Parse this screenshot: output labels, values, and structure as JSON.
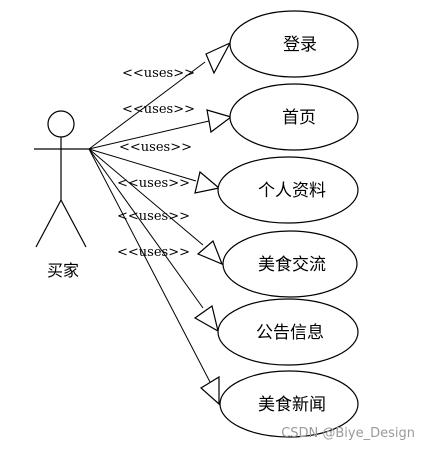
{
  "actor": {
    "label": "买家"
  },
  "use_cases": [
    {
      "label": "登录"
    },
    {
      "label": "首页"
    },
    {
      "label": "个人资料"
    },
    {
      "label": "美食交流"
    },
    {
      "label": "公告信息"
    },
    {
      "label": "美食新闻"
    }
  ],
  "relations": [
    {
      "label": "<<uses>>"
    },
    {
      "label": "<<uses>>"
    },
    {
      "label": "<<uses>>"
    },
    {
      "label": "<<uses>>"
    },
    {
      "label": "<<uses>>"
    },
    {
      "label": "<<uses>>"
    }
  ],
  "watermark": "CSDN @Biye_Design"
}
